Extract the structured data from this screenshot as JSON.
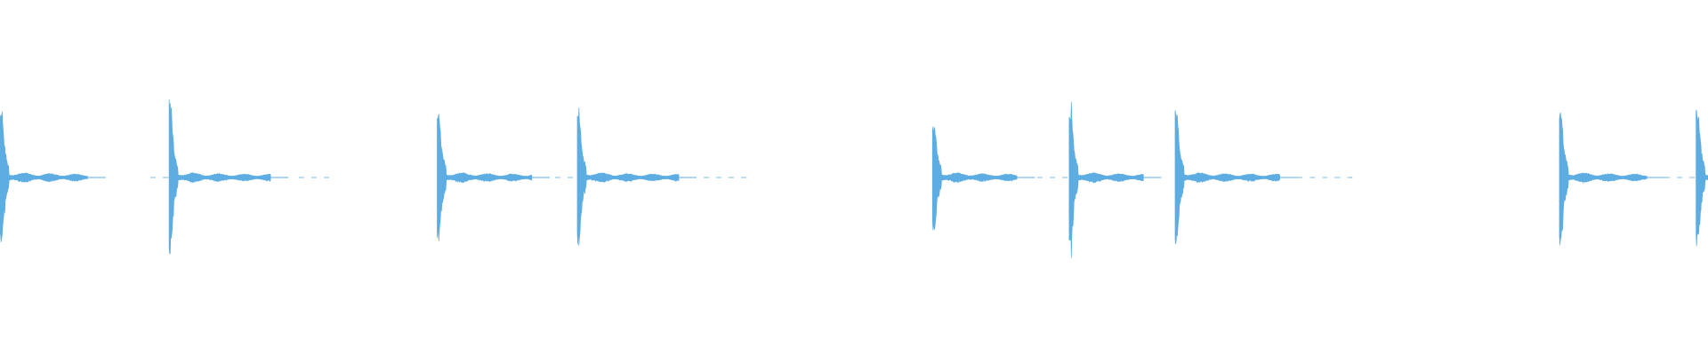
{
  "waveform": {
    "color": "#5dade2",
    "background": "#ffffff",
    "peak_amplitude": 1.0,
    "hits": [
      {
        "t": 0.0,
        "amp": 0.78,
        "tail": 0.52
      },
      {
        "t": 0.099,
        "amp": 0.84,
        "tail": 0.6
      },
      {
        "t": 0.256,
        "amp": 0.76,
        "tail": 0.56
      },
      {
        "t": 0.338,
        "amp": 0.79,
        "tail": 0.6
      },
      {
        "t": 0.546,
        "amp": 0.64,
        "tail": 0.5
      },
      {
        "t": 0.626,
        "amp": 0.82,
        "tail": 0.44
      },
      {
        "t": 0.688,
        "amp": 0.77,
        "tail": 0.62
      },
      {
        "t": 0.913,
        "amp": 0.77,
        "tail": 0.52
      },
      {
        "t": 0.993,
        "amp": 0.81,
        "tail": 0.3
      }
    ],
    "silent_segments": [
      {
        "from": 0.088,
        "to": 0.099
      },
      {
        "from": 0.175,
        "to": 0.195
      },
      {
        "from": 0.325,
        "to": 0.338
      },
      {
        "from": 0.412,
        "to": 0.44
      },
      {
        "from": 0.6,
        "to": 0.626
      },
      {
        "from": 0.745,
        "to": 0.795
      },
      {
        "from": 0.96,
        "to": 0.993
      }
    ]
  }
}
